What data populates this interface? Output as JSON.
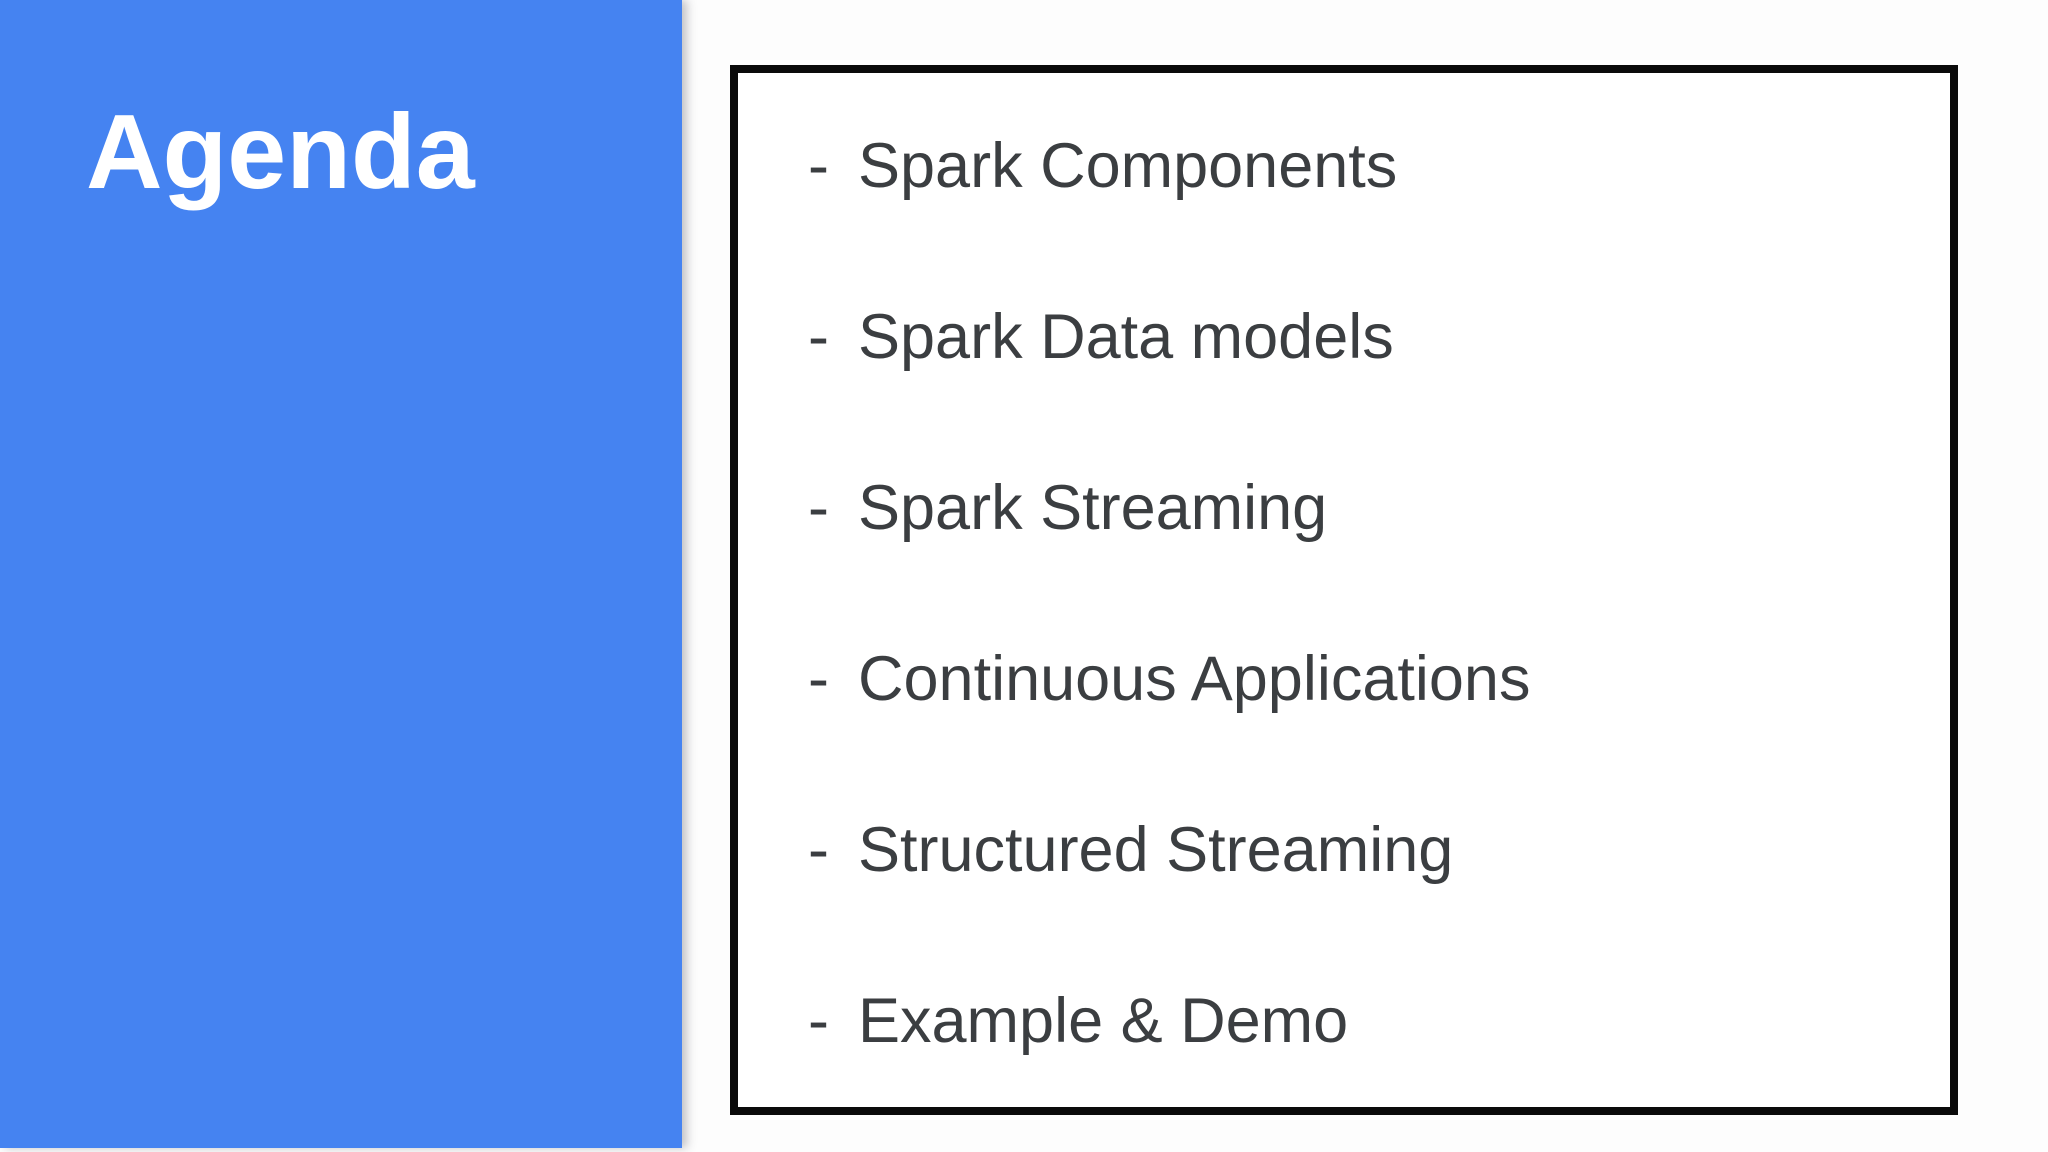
{
  "slide": {
    "title": "Agenda",
    "bullet": "-",
    "items": [
      "Spark Components",
      "Spark Data models",
      "Spark Streaming",
      "Continuous Applications",
      "Structured Streaming",
      "Example & Demo"
    ]
  },
  "theme": {
    "panel_blue": "#4583f1",
    "item_text": "#3b3e41",
    "box_border": "#0a0a0a",
    "title_color": "#ffffff",
    "background": "#fdfdfd"
  }
}
